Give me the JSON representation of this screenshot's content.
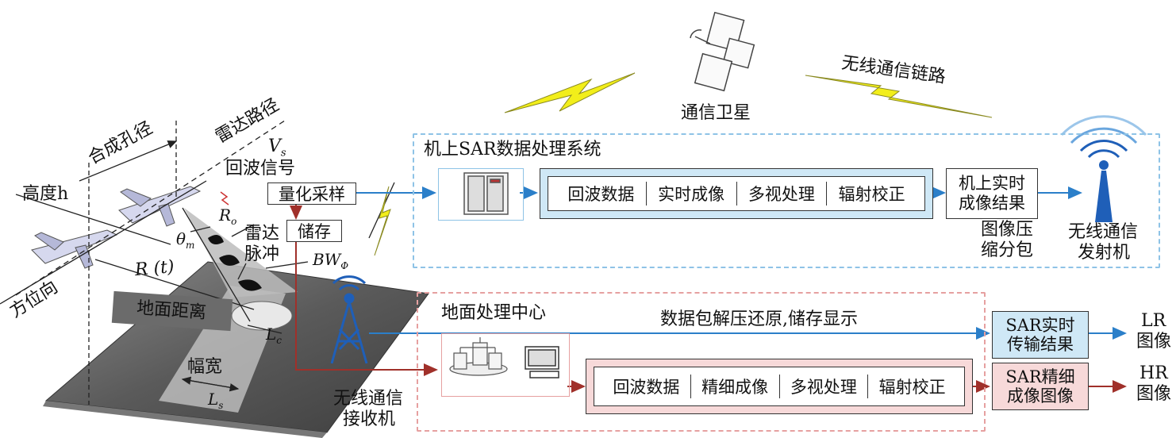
{
  "satellite": {
    "label": "通信卫星"
  },
  "wireless_link": {
    "label": "无线通信链路"
  },
  "airborne_system": {
    "title": "机上SAR数据处理系统",
    "pipeline": [
      "回波数据",
      "实时成像",
      "多视处理",
      "辐射校正"
    ],
    "result_line1": "机上实时",
    "result_line2": "成像结果",
    "compress_line1": "图像压",
    "compress_line2": "缩分包",
    "transmitter_line1": "无线通信",
    "transmitter_line2": "发射机"
  },
  "radar_geometry": {
    "synthetic_aperture": "合成孔径",
    "radar_path": "雷达路径",
    "vs": "V",
    "vs_sub": "s",
    "echo_signal": "回波信号",
    "quantize_sample": "量化采样",
    "storage": "储存",
    "height": "高度h",
    "ro": "R",
    "ro_sub": "o",
    "theta": "θ",
    "theta_sub": "m",
    "radar_pulse_line1": "雷达",
    "radar_pulse_line2": "脉冲",
    "bw": "BW",
    "bw_sub": "Φ",
    "rt": "R (t)",
    "azimuth": "方位向",
    "ground_range": "地面距离",
    "lc": "L",
    "lc_sub": "c",
    "swath": "幅宽",
    "ls": "L",
    "ls_sub": "s"
  },
  "ground_center": {
    "title": "地面处理中心",
    "decompress": "数据包解压还原,储存显示",
    "pipeline": [
      "回波数据",
      "精细成像",
      "多视处理",
      "辐射校正"
    ],
    "receiver_line1": "无线通信",
    "receiver_line2": "接收机",
    "sar_realtime_line1": "SAR实时",
    "sar_realtime_line2": "传输结果",
    "sar_fine_line1": "SAR精细",
    "sar_fine_line2": "成像图像",
    "lr_line1": "LR",
    "lr_line2": "图像",
    "hr_line1": "HR",
    "hr_line2": "图像"
  },
  "colors": {
    "blue_dash": "#8ec3e6",
    "red_dash": "#e6a0a0",
    "blue_fill": "#cfe8f6",
    "red_fill": "#f7d9d9",
    "lightning": "#f2ee1a",
    "blue_arrow": "#2b7fc9",
    "red_arrow": "#a0302a"
  }
}
